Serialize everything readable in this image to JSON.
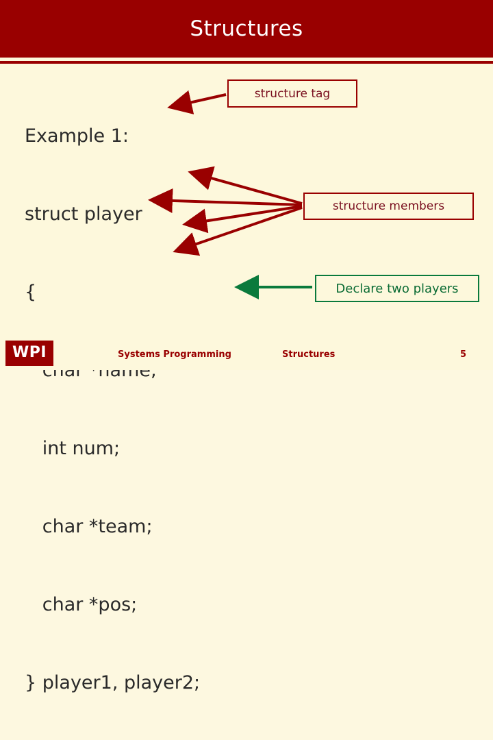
{
  "slide": {
    "title": "Structures",
    "theme": {
      "header_bg": "#990000",
      "header_text": "#ffffff",
      "body_bg": "#fdf8dc",
      "code_text": "#2a2a2a",
      "accent_maroon": "#990000",
      "accent_green": "#0a7a3c"
    },
    "code": {
      "lines": [
        "Example 1:",
        "struct player",
        "{",
        "   char *name;",
        "   int num;",
        "   char *team;",
        "   char *pos;",
        "} player1, player2;"
      ]
    },
    "callouts": [
      {
        "id": "structure-tag",
        "label": "structure tag",
        "color": "#990000"
      },
      {
        "id": "structure-members",
        "label": "structure members",
        "color": "#990000"
      },
      {
        "id": "declare-two-players",
        "label": "Declare two players",
        "color": "#0a7a3c"
      }
    ],
    "footer": {
      "logo": "WPI",
      "course": "Systems Programming",
      "section": "Structures",
      "page": "5"
    }
  }
}
